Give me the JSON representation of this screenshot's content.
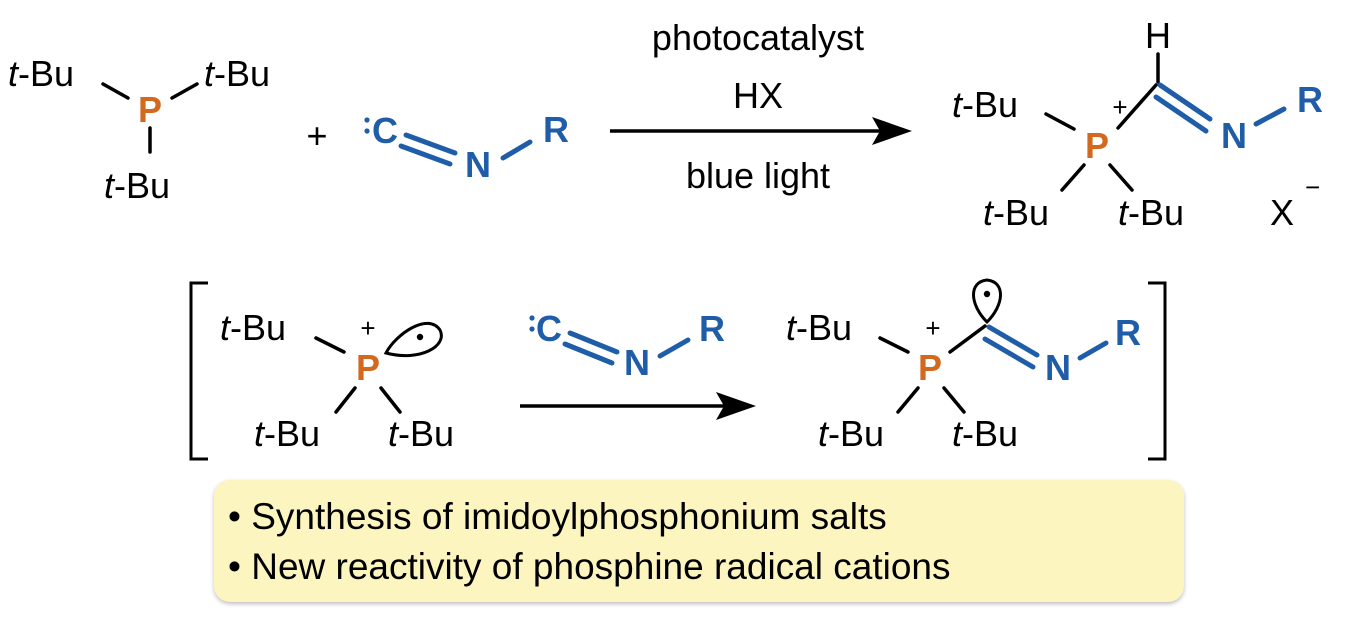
{
  "labels": {
    "tbu": "t-Bu",
    "tbu_italic": "t",
    "tbu_rest": "-Bu",
    "phosphorus": "P",
    "carbon": "C",
    "nitrogen": "N",
    "r_group": "R",
    "hydrogen": "H",
    "plus": "+",
    "plus_sign": "+",
    "counter_anion": "X",
    "minus": "−",
    "radical_dot": "•"
  },
  "conditions": {
    "line1": "photocatalyst",
    "line2": "HX",
    "line3": "blue light"
  },
  "summary": {
    "bullet1": "• Synthesis of imidoylphosphonium salts",
    "bullet2": "• New reactivity of phosphine radical cations"
  },
  "colors": {
    "phosphorus": "#d2691e",
    "isocyanide": "#1f5da8",
    "highlight": "#fcf5c0"
  }
}
